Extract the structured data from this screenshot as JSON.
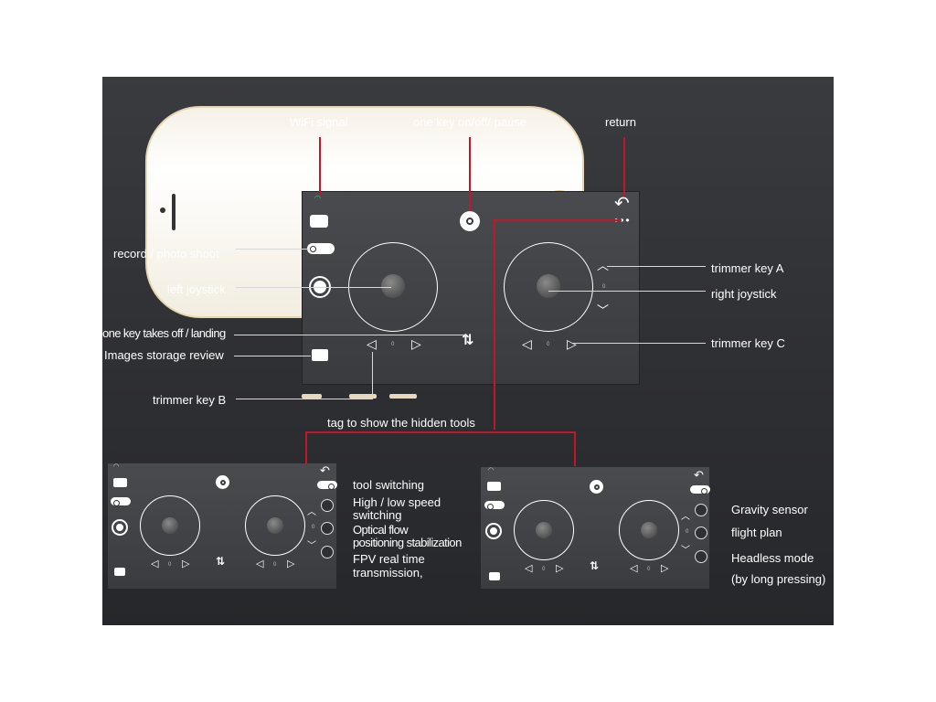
{
  "labels": {
    "wifi_signal": "WiFi signal",
    "one_key_onoff": "one key on/off/ pause",
    "return": "return",
    "record_photo": "record / photo shoot",
    "left_joystick": "left joystick",
    "takeoff_landing": "one key takes off / landing",
    "images_review": "Images storage review",
    "trimmer_b": "trimmer key B",
    "trimmer_a": "trimmer key A",
    "right_joystick": "right joystick",
    "trimmer_c": "trimmer key C",
    "hidden_tools": "tag to show the hidden tools"
  },
  "left_panel_labels": {
    "tool_switching": "tool switching",
    "speed_1": "High / low speed",
    "speed_2": "switching",
    "optical_1": "Optical flow",
    "optical_2": "positioning stabilization",
    "fpv_1": "FPV real time",
    "fpv_2": "transmission,"
  },
  "right_panel_labels": {
    "gravity": "Gravity sensor",
    "flight_plan": "flight plan",
    "headless": "Headless mode",
    "long_press": "(by long pressing)"
  },
  "trim_value": "0",
  "colors": {
    "accent_red": "#c0182b",
    "panel_bg": "#2e2f33",
    "phone_gold": "#e7d6b2"
  }
}
